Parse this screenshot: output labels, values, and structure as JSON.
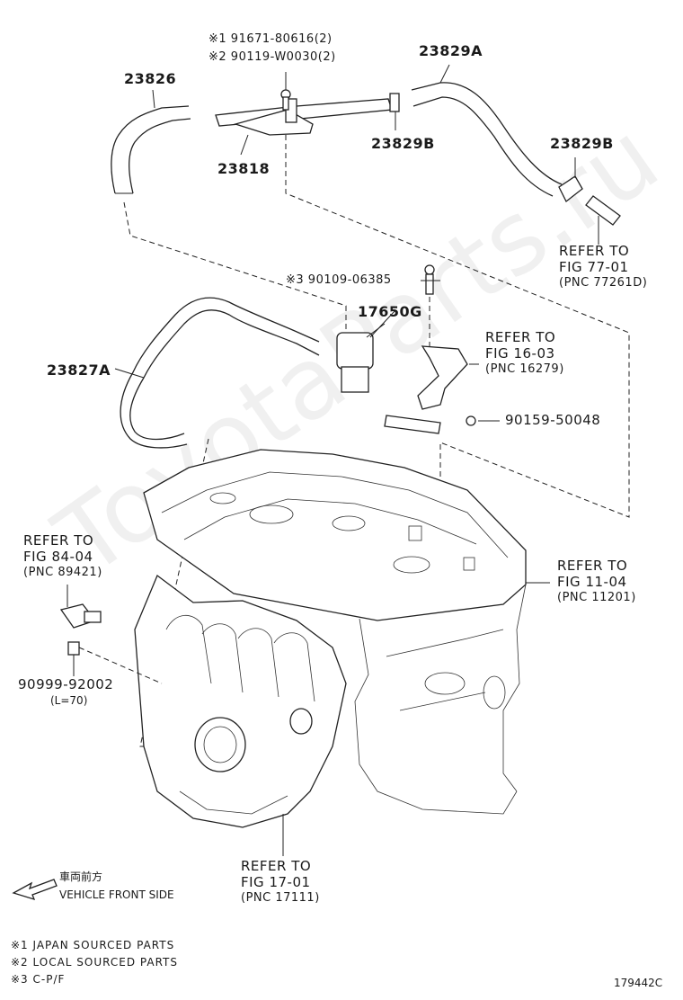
{
  "parts": {
    "p23826": "23826",
    "p23829A": "23829A",
    "p23829B_left": "23829B",
    "p23829B_right": "23829B",
    "p23818": "23818",
    "p17650G": "17650G",
    "p23827A": "23827A",
    "p90159": "90159-50048",
    "p90999": "90999-92002",
    "p90999_len": "(L=70)",
    "p90109": "※3 90109-06385"
  },
  "bolt_codes": {
    "line1": "※1 91671-80616(2)",
    "line2": "※2 90119-W0030(2)"
  },
  "refs": {
    "r77": {
      "l1": "REFER TO",
      "l2": "FIG 77-01",
      "l3": "(PNC 77261D)"
    },
    "r16": {
      "l1": "REFER TO",
      "l2": "FIG 16-03",
      "l3": "(PNC 16279)"
    },
    "r84": {
      "l1": "REFER TO",
      "l2": "FIG 84-04",
      "l3": "(PNC 89421)"
    },
    "r11": {
      "l1": "REFER TO",
      "l2": "FIG 11-04",
      "l3": "(PNC 11201)"
    },
    "r17": {
      "l1": "REFER TO",
      "l2": "FIG 17-01",
      "l3": "(PNC 17111)"
    }
  },
  "front": {
    "jp": "車両前方",
    "en": "VEHICLE FRONT SIDE"
  },
  "legend": {
    "n1": "※1 JAPAN SOURCED PARTS",
    "n2": "※2 LOCAL SOURCED PARTS",
    "n3": "※3 C-P/F"
  },
  "figure_id": "179442C",
  "watermark": "ToyotaParts.ru"
}
